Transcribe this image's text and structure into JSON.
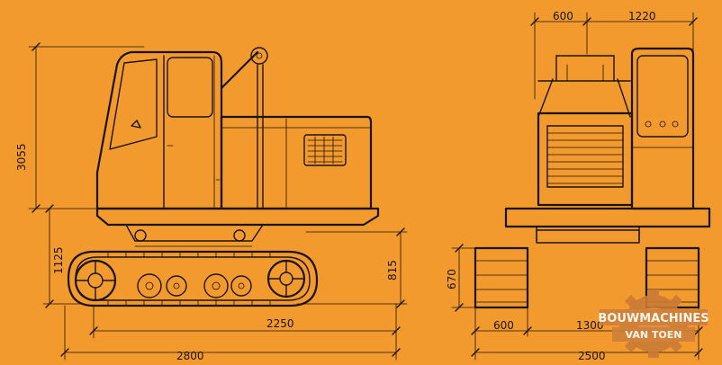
{
  "side_view": {
    "height_label": "3055",
    "undercarriage_height_label": "1125",
    "clearance_label": "815",
    "track_length_label": "2250",
    "overall_length_label": "2800"
  },
  "rear_view": {
    "offset_label": "600",
    "cab_width_label": "1220",
    "track_height_label": "670",
    "track_width_label": "600",
    "gauge_label": "1300",
    "overall_width_label": "2500"
  },
  "watermark": {
    "line1": "BOUWMACHINES",
    "line2": "VAN TOEN"
  },
  "colors": {
    "paper": "#f39a2e",
    "ink": "#1a140c",
    "logo_gear": "#c97a35"
  }
}
